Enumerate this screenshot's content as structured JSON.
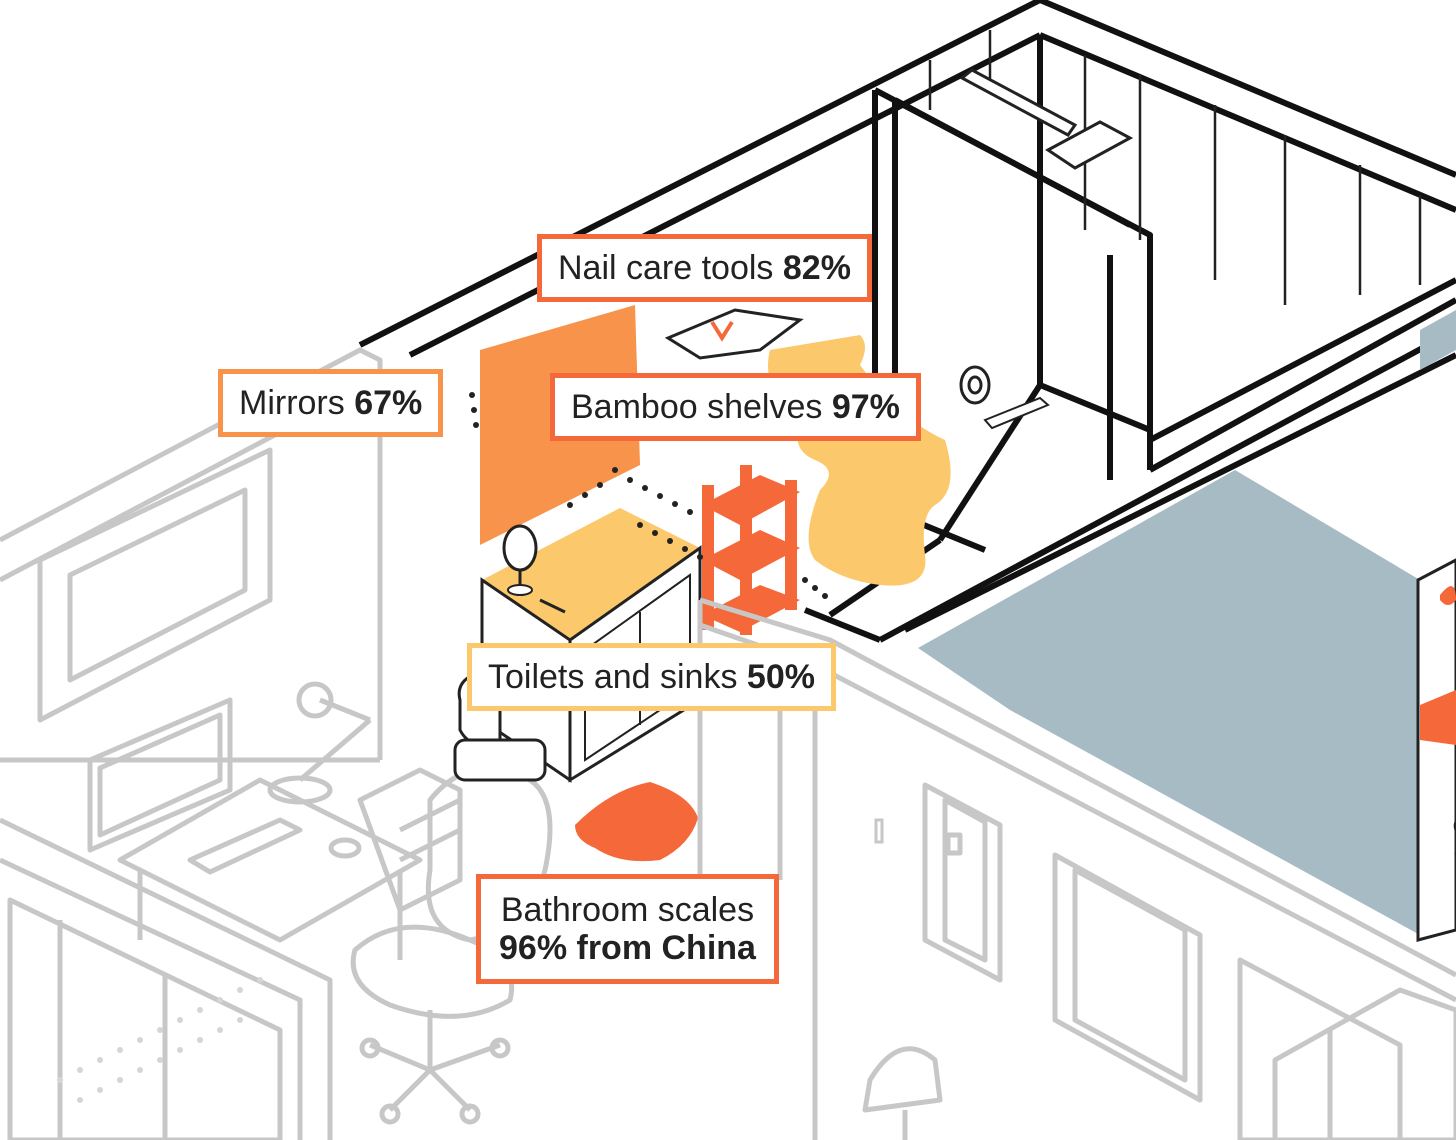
{
  "colors": {
    "dark_orange": "#F5683A",
    "mid_orange": "#F7934B",
    "light_orange": "#FCC86C",
    "blue_gray": "#A7BBC5",
    "outline_black": "#111111",
    "outline_gray": "#C7C7C7"
  },
  "labels": {
    "nail_care": {
      "text": "Nail care tools",
      "value": "82%",
      "color": "#F5683A"
    },
    "mirrors": {
      "text": "Mirrors",
      "value": "67%",
      "color": "#F7934B"
    },
    "bamboo": {
      "text": "Bamboo shelves",
      "value": "97%",
      "color": "#F5683A"
    },
    "toilets": {
      "text": "Toilets and sinks",
      "value": "50%",
      "color": "#FCC86C"
    },
    "scales": {
      "text": "Bathroom scales",
      "value": "96% from China",
      "color": "#F5683A"
    }
  }
}
